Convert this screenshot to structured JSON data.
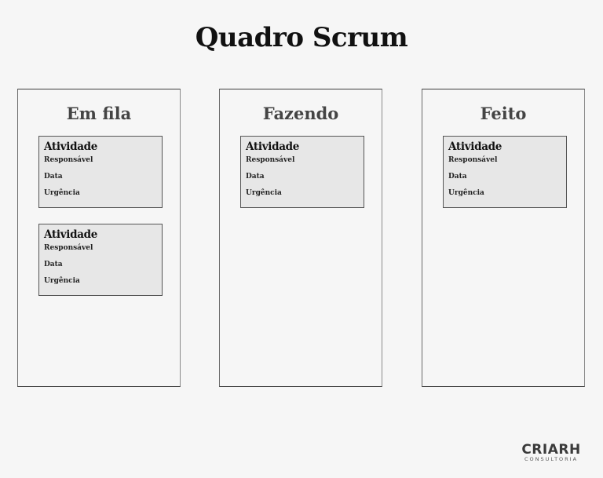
{
  "title": "Quadro Scrum",
  "columns": [
    {
      "title": "Em fila",
      "cards": [
        {
          "title": "Atividade",
          "fields": [
            "Responsável",
            "Data",
            "Urgência"
          ]
        },
        {
          "title": "Atividade",
          "fields": [
            "Responsável",
            "Data",
            "Urgência"
          ]
        }
      ]
    },
    {
      "title": "Fazendo",
      "cards": [
        {
          "title": "Atividade",
          "fields": [
            "Responsável",
            "Data",
            "Urgência"
          ]
        }
      ]
    },
    {
      "title": "Feito",
      "cards": [
        {
          "title": "Atividade",
          "fields": [
            "Responsável",
            "Data",
            "Urgência"
          ]
        }
      ]
    }
  ],
  "logo": {
    "main": "CRIARH",
    "sub": "CONSULTORIA"
  },
  "colors": {
    "background": "#f6f6f6",
    "card_background": "#e7e7e7",
    "border": "#3d3d3d",
    "column_title": "#444444"
  }
}
